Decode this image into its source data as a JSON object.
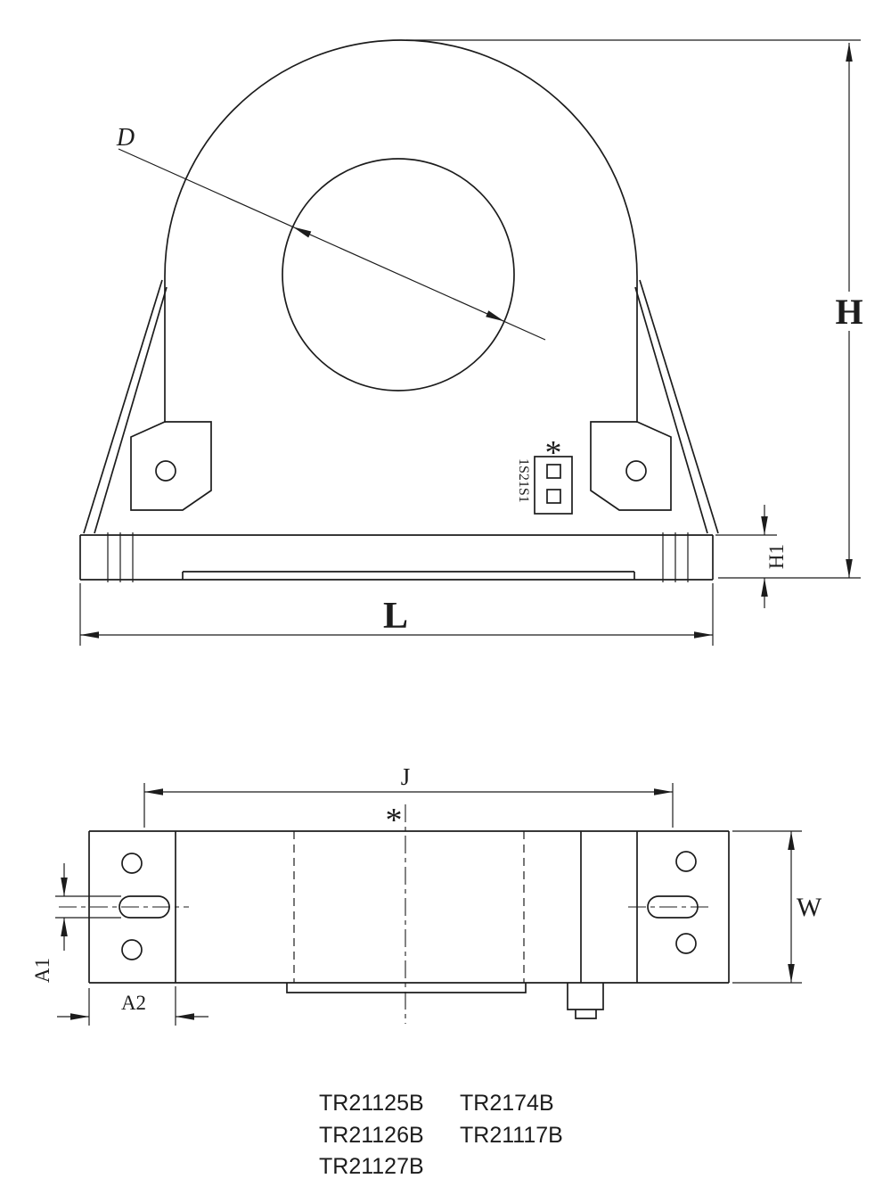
{
  "colors": {
    "line": "#1c1c1c",
    "background": "#ffffff"
  },
  "front_view": {
    "dim_d": "D",
    "dim_h": "H",
    "dim_h1": "H1",
    "dim_l": "L",
    "terminal_label": "1S21S1",
    "asterisk": "*"
  },
  "plan_view": {
    "dim_j": "J",
    "dim_w": "W",
    "dim_a1": "A1",
    "dim_a2": "A2",
    "asterisk": "*"
  },
  "part_numbers": {
    "column1": [
      "TR21125B",
      "TR21126B",
      "TR21127B"
    ],
    "column2": [
      "TR2174B",
      "TR21117B"
    ]
  }
}
